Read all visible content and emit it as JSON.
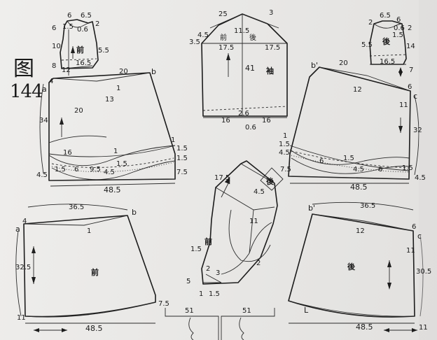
{
  "figure": {
    "char": "图",
    "number": "144"
  },
  "labels": {
    "front": "前",
    "back": "後",
    "sleeve": "袖",
    "l_a": "a",
    "l_b": "b",
    "l_b2": "b'",
    "l_c": "c",
    "l_L": "L",
    "n_6": "6",
    "n_65": "6.5",
    "n_2": "2",
    "n_15": "1.5",
    "n_06": "0.6",
    "n_10": "10",
    "n_55": "5.5",
    "n_8": "8",
    "n_12": "12",
    "n_165": "16.5",
    "n_4": "4",
    "n_20": "20",
    "n_1": "1",
    "n_13": "13",
    "n_34": "34",
    "n_16": "16",
    "n_95": "9.5",
    "n_45": "4.5",
    "n_75": "7.5",
    "n_485": "48.5",
    "n_25": "25",
    "n_3": "3",
    "n_35": "3.5",
    "n_115": "11.5",
    "n_175": "17.5",
    "n_41": "41",
    "n_26": "2.6",
    "n_14": "14",
    "n_7": "7",
    "n_11": "11",
    "n_32": "32",
    "n_365": "36.5",
    "n_325": "32.5",
    "n_51": "51",
    "n_5": "5",
    "n_305": "30.5"
  }
}
